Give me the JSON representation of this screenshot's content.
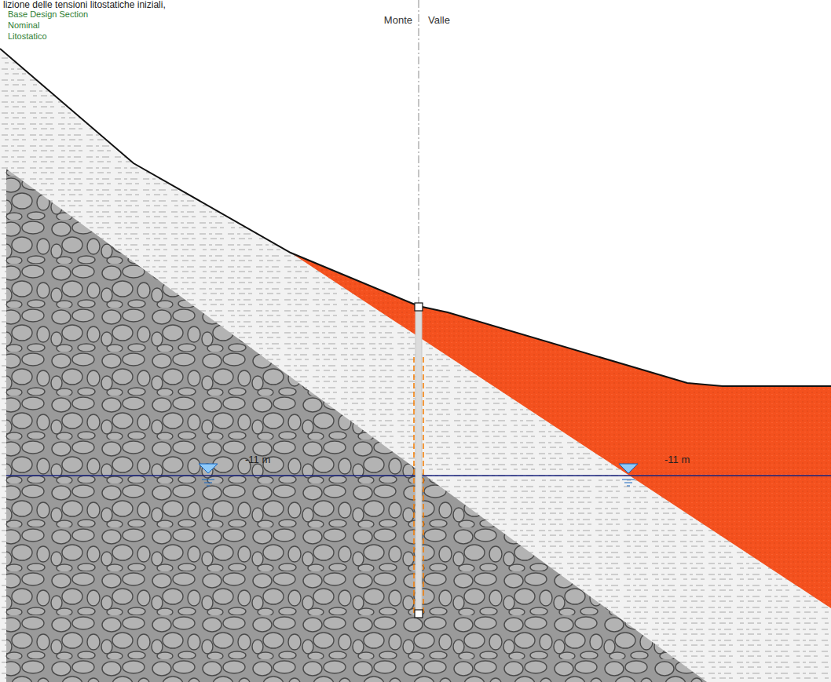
{
  "diagram": {
    "labels": [
      "lizione delle tensioni litostatiche iniziali,",
      "Base Design Section",
      "Nominal",
      "Litostatico",
      "Monte",
      "Valle",
      "-11 m",
      "-11 m"
    ]
  }
}
